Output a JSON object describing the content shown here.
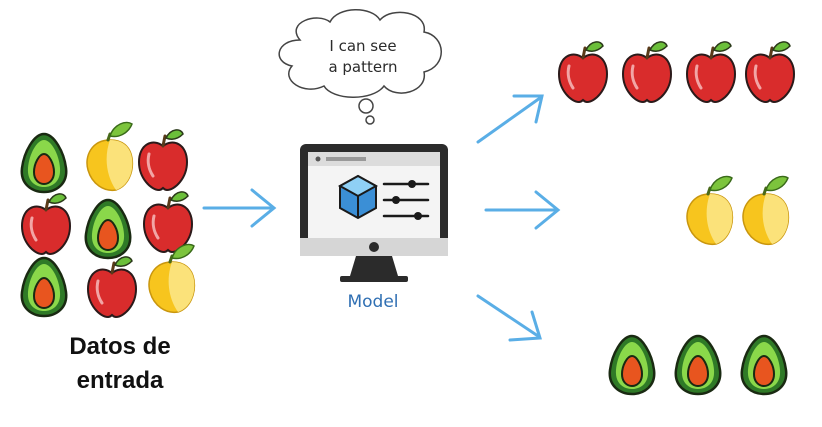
{
  "thought_bubble": {
    "line1": "I can see",
    "line2": "a pattern"
  },
  "model": {
    "label": "Model"
  },
  "input": {
    "label_line1": "Datos de",
    "label_line2": "entrada"
  },
  "icons": {
    "input_grid": [
      "avocado-icon",
      "mango-icon",
      "apple-icon",
      "apple-icon",
      "avocado-icon",
      "apple-icon",
      "avocado-icon",
      "apple-icon",
      "mango-icon"
    ],
    "output_apples": [
      "apple-icon",
      "apple-icon",
      "apple-icon",
      "apple-icon"
    ],
    "output_mangos": [
      "mango-icon",
      "mango-icon"
    ],
    "output_avocados": [
      "avocado-icon",
      "avocado-icon",
      "avocado-icon"
    ]
  },
  "colors": {
    "arrow": "#5aaee6",
    "apple": "#d92c2c",
    "mango": "#f7c51e",
    "avocado_skin": "#3a8a2e",
    "avocado_pit": "#e8551f",
    "model_label": "#2f6fb3"
  }
}
